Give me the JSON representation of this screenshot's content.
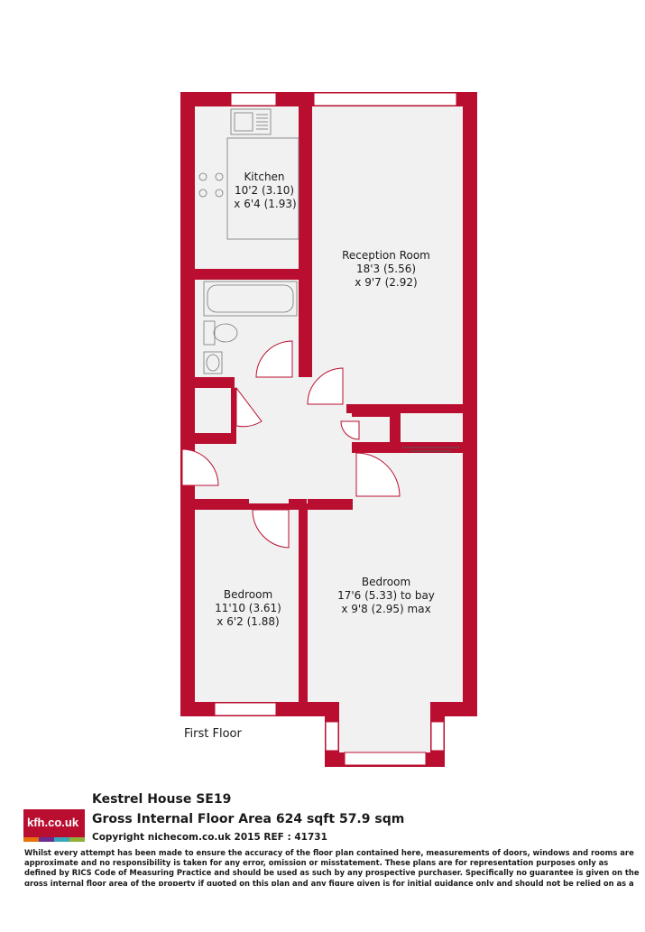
{
  "plan": {
    "wall_color": "#ba0e30",
    "floor_color": "#f1f1f1",
    "floor_label": "First Floor",
    "rooms": [
      {
        "id": "kitchen",
        "name": "Kitchen",
        "dim1": "10'2 (3.10)",
        "dim2": "x 6'4 (1.93)"
      },
      {
        "id": "reception",
        "name": "Reception Room",
        "dim1": "18'3 (5.56)",
        "dim2": "x 9'7 (2.92)"
      },
      {
        "id": "bedroom1",
        "name": "Bedroom",
        "dim1": "11'10 (3.61)",
        "dim2": "x 6'2 (1.88)"
      },
      {
        "id": "bedroom2",
        "name": "Bedroom",
        "dim1": "17'6 (5.33) to bay",
        "dim2": "x 9'8 (2.95) max"
      }
    ]
  },
  "footer": {
    "logo_text": "kfh.co.uk",
    "logo_stripes": [
      "#e8710a",
      "#6a2c91",
      "#3aa6b9",
      "#8fb03a"
    ],
    "property": "Kestrel House   SE19",
    "area": "Gross Internal Floor Area 624 sqft 57.9 sqm",
    "copyright": "Copyright nichecom.co.uk 2015 REF : 41731",
    "disclaimer": "Whilst every attempt has been made to ensure the accuracy of the floor plan contained here, measurements of doors, windows and rooms are approximate and no responsibility is taken for any error, omission or misstatement.  These plans are for representation purposes only as defined by RICS Code of Measuring Practice and should be used as such by any prospective purchaser.  Specifically no guarantee is given on the gross internal floor area of the property if quoted on this plan and any figure given is for initial guidance only and should not be relied on as a basis of valuation."
  }
}
